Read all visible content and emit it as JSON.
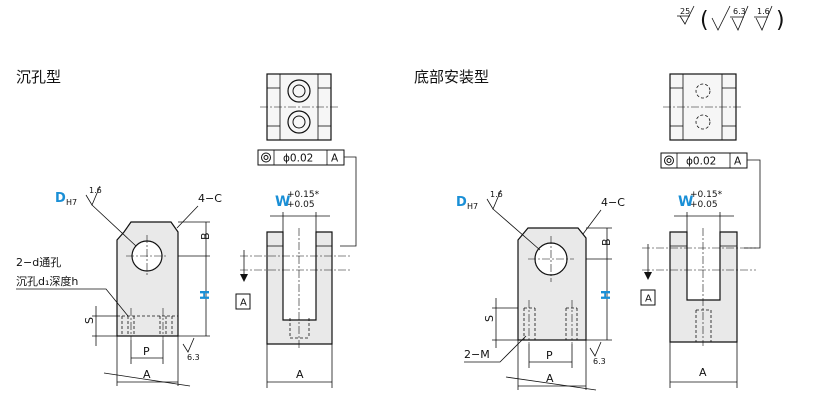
{
  "roughness": {
    "main": "25",
    "symbol_a": "6.3",
    "symbol_b": "1.6",
    "bore": "1.6",
    "bottom": "6.3"
  },
  "left": {
    "title": "沉孔型",
    "tolerance_value": "ϕ0.02",
    "datum": "A",
    "d_label": "D",
    "d_sub": "H7",
    "chamfer": "4−C",
    "w_label": "W",
    "w_tol_upper": "+0.15*",
    "w_tol_lower": "+0.05",
    "callout_line1": "2−d通孔",
    "callout_line2": "沉孔d₁深度h",
    "dim_b": "B",
    "dim_h": "H",
    "dim_s": "S",
    "dim_p": "P",
    "dim_a": "A",
    "dim_a2": "A",
    "datum_box": "A"
  },
  "right": {
    "title": "底部安装型",
    "tolerance_value": "ϕ0.02",
    "datum": "A",
    "d_label": "D",
    "d_sub": "H7",
    "chamfer": "4−C",
    "w_label": "W",
    "w_tol_upper": "+0.15*",
    "w_tol_lower": "+0.05",
    "callout": "2−M",
    "dim_b": "B",
    "dim_h": "H",
    "dim_s": "S",
    "dim_p": "P",
    "dim_a": "A",
    "dim_a2": "A",
    "datum_box": "A"
  }
}
